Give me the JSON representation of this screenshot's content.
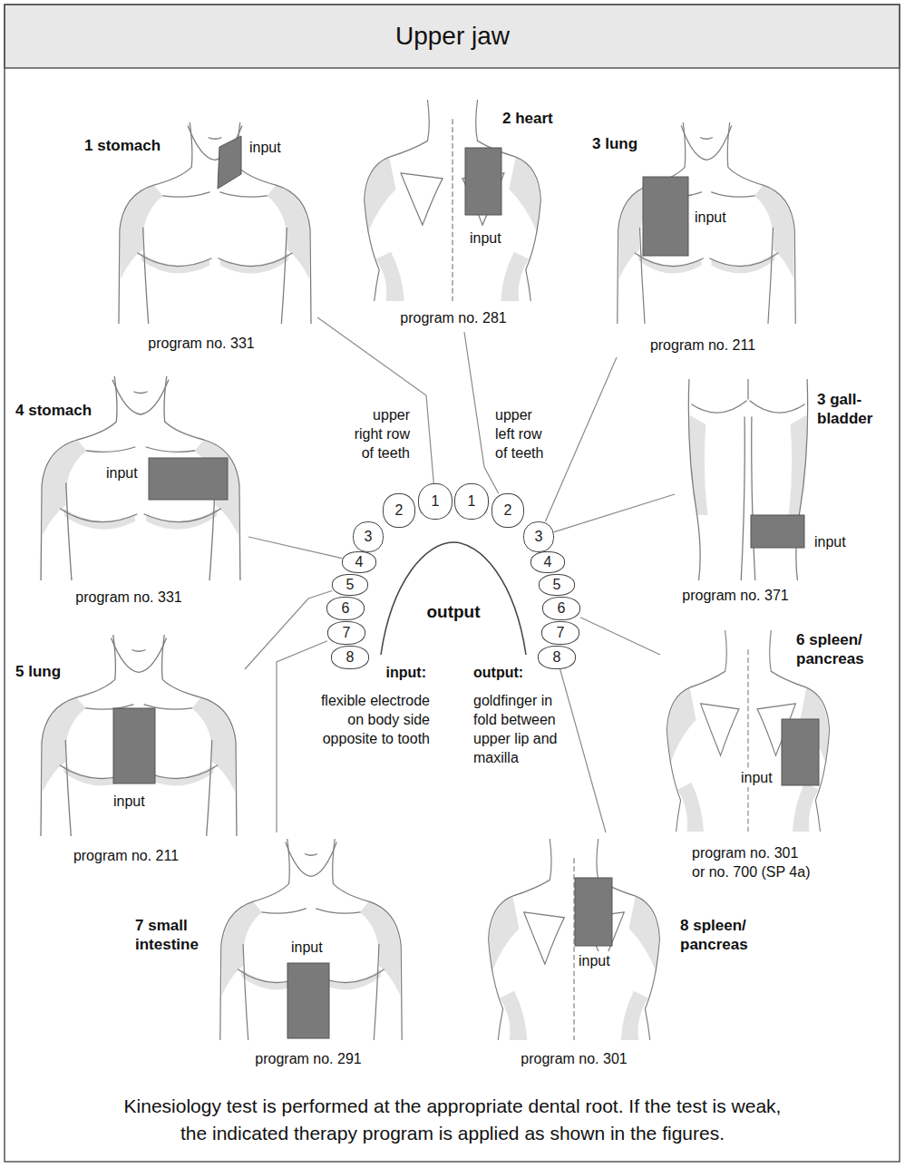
{
  "diagram": {
    "title": "Upper jaw",
    "caption": "Kinesiology test is performed at the appropriate dental root. If the test is weak, the indicated therapy program is applied as shown in the figures.",
    "nodes": [
      {
        "text": [
          "1 stomach",
          "input",
          "program no. 331"
        ]
      },
      {
        "text": [
          "2 heart",
          "input",
          "program no. 281"
        ]
      },
      {
        "text": [
          "3 lung",
          "input",
          "program no. 211"
        ]
      },
      {
        "text": [
          "4 stomach",
          "input",
          "program no. 331"
        ]
      },
      {
        "text": [
          "3 gall- bladder",
          "input",
          "program no. 371"
        ]
      },
      {
        "text": [
          "5 lung",
          "input",
          "program no. 211"
        ]
      },
      {
        "text": [
          "6 spleen/ pancreas",
          "input",
          "program no. 301 or no. 700 (SP 4a)"
        ]
      },
      {
        "text": [
          "7 small intestine",
          "input",
          "program no. 291"
        ]
      },
      {
        "text": [
          "8 spleen/ pancreas",
          "input",
          "program no. 301"
        ]
      },
      {
        "text": [
          "1"
        ]
      },
      {
        "text": [
          "2"
        ]
      },
      {
        "text": [
          "3"
        ]
      },
      {
        "text": [
          "4"
        ]
      },
      {
        "text": [
          "5"
        ]
      },
      {
        "text": [
          "6"
        ]
      },
      {
        "text": [
          "7"
        ]
      },
      {
        "text": [
          "8"
        ]
      },
      {
        "text": [
          "1"
        ]
      },
      {
        "text": [
          "2"
        ]
      },
      {
        "text": [
          "3"
        ]
      },
      {
        "text": [
          "4"
        ]
      },
      {
        "text": [
          "5"
        ]
      },
      {
        "text": [
          "6"
        ]
      },
      {
        "text": [
          "7"
        ]
      },
      {
        "text": [
          "8"
        ]
      }
    ],
    "edges": [
      {
        "from": 0,
        "to": 9,
        "arrow": "none"
      },
      {
        "from": 1,
        "to": 18,
        "arrow": "none"
      },
      {
        "from": 2,
        "to": 19,
        "arrow": "none"
      },
      {
        "from": 3,
        "to": 12,
        "arrow": "none"
      },
      {
        "from": 4,
        "to": 19,
        "arrow": "none"
      },
      {
        "from": 5,
        "to": 13,
        "arrow": "none"
      },
      {
        "from": 6,
        "to": 22,
        "arrow": "none"
      },
      {
        "from": 7,
        "to": 15,
        "arrow": "none"
      },
      {
        "from": 8,
        "to": 24,
        "arrow": "none"
      }
    ],
    "labels": [
      "upper right row of teeth",
      "upper left row of teeth",
      "output",
      "input:",
      "flexible electrode on body side opposite to tooth",
      "output:",
      "goldfinger in fold between upper lip and maxilla"
    ]
  }
}
